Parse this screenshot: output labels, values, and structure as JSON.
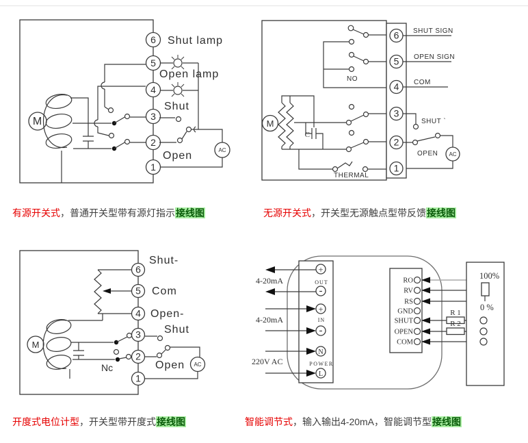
{
  "captions": {
    "c1": {
      "type": "有源开关式",
      "mid": "，普通开关型带有源灯指示",
      "tag": "接线图"
    },
    "c2": {
      "type": "无源开关式",
      "mid": "，开关型无源触点型带反馈",
      "tag": "接线图"
    },
    "c3": {
      "type": "开度式电位计型",
      "mid": "，开关型带开度式",
      "tag": "接线图"
    },
    "c4": {
      "type": "智能调节式",
      "mid": "，输入输出4-20mA，智能调节型",
      "tag": "接线图"
    }
  },
  "d1": {
    "m": "M",
    "ac": "AC",
    "terminals": [
      "6",
      "5",
      "4",
      "3",
      "2",
      "1"
    ],
    "shut_lamp": "Shut lamp",
    "open_lamp": "Open lamp",
    "shut": "Shut",
    "open": "Open"
  },
  "d2": {
    "m": "M",
    "ac": "AC",
    "c": "C",
    "terminals": [
      "6",
      "5",
      "4",
      "3",
      "2",
      "1"
    ],
    "shut_sign": "SHUT SIGN",
    "open_sign": "OPEN SIGN",
    "com": "COM",
    "shut": "SHUT `",
    "open": "OPEN",
    "no": "NO",
    "thermal": "THERMAL"
  },
  "d3": {
    "m": "M",
    "ac": "AC",
    "terminals": [
      "6",
      "5",
      "4",
      "3",
      "2",
      "1"
    ],
    "shut_minus": "Shut-",
    "com": "Com",
    "open_minus": "Open-",
    "shut": "Shut",
    "open": "Open",
    "nc": "Nc"
  },
  "d4": {
    "out_ma": "4-20mA",
    "in_ma": "4-20mA",
    "power_in": "220V  AC",
    "strip": {
      "p1": "+",
      "m1": "-",
      "out": "OUT",
      "p2": "+",
      "m2": "-",
      "in": "IN",
      "n": "N",
      "power": "POWER",
      "l": "L"
    },
    "terms": [
      "RO",
      "RV",
      "RS",
      "GND",
      "SHUT",
      "OPEN",
      "COM"
    ],
    "r1": "R 1",
    "r2": "R 2",
    "p100": "100%",
    "p0": "0 %"
  }
}
